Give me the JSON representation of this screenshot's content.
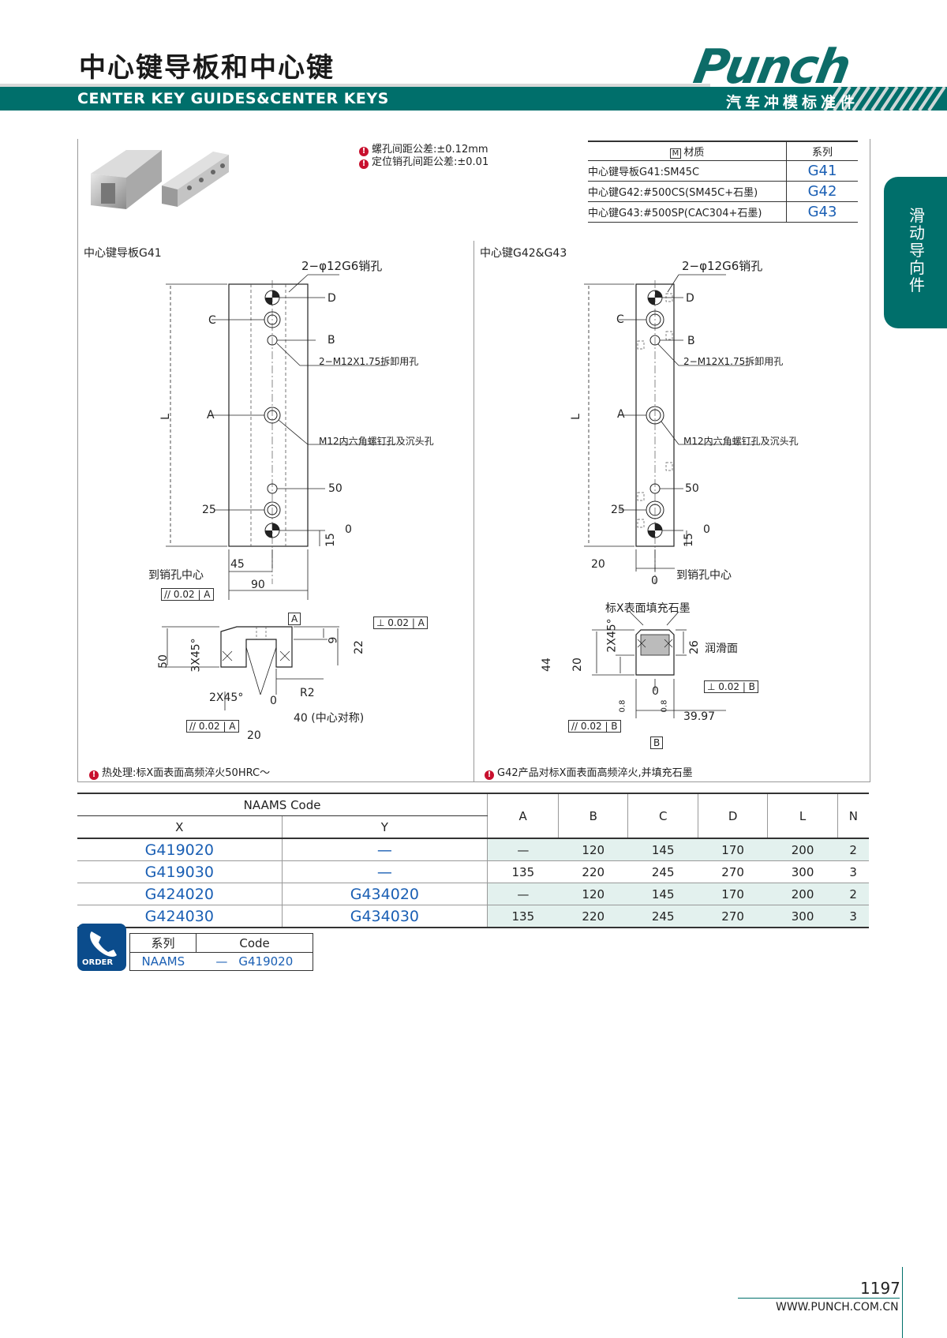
{
  "header": {
    "title_cn": "中心键导板和中心键",
    "title_en": "CENTER KEY GUIDES&CENTER KEYS",
    "logo": "Punch",
    "logo_sub": "汽车冲模标准件"
  },
  "side_tab": "滑动导向件",
  "notes_top": [
    "螺孔间距公差:±0.12mm",
    "定位销孔间距公差:±0.01"
  ],
  "material_table": {
    "header_material": "材质",
    "header_series": "系列",
    "rows": [
      {
        "material": "中心键导板G41:SM45C",
        "series": "G41"
      },
      {
        "material": "中心键G42:#500CS(SM45C+石墨)",
        "series": "G42"
      },
      {
        "material": "中心键G43:#500SP(CAC304+石墨)",
        "series": "G43"
      }
    ]
  },
  "left_drawing": {
    "label": "中心键导板G41",
    "pin_hole": "2−φ12G6销孔",
    "letters": [
      "D",
      "C",
      "B",
      "A",
      "L"
    ],
    "tap_hole": "2−M12X1.75拆卸用孔",
    "bolt_hole": "M12内六角螺钉孔及沉头孔",
    "dims": [
      "50",
      "25",
      "15",
      "0",
      "45",
      "90",
      "40",
      "20",
      "9",
      "22",
      "3X45°",
      "2X45°",
      "R2"
    ],
    "to_pin": "到销孔中心",
    "parallel_tol": "0.02",
    "datum_a": "A",
    "center_sym": "(中心对称)",
    "height_dim": "50",
    "note": "热处理:标X面表面高频淬火50HRC～"
  },
  "right_drawing": {
    "label": "中心键G42&G43",
    "pin_hole": "2−φ12G6销孔",
    "letters": [
      "D",
      "C",
      "B",
      "A",
      "L"
    ],
    "tap_hole": "2−M12X1.75拆卸用孔",
    "bolt_hole": "M12内六角螺钉孔及沉头孔",
    "dims": [
      "50",
      "25",
      "15",
      "0",
      "20",
      "26",
      "2X45°",
      "0.8"
    ],
    "to_pin": "到销孔中心",
    "surface_note": "标X表面填充石墨",
    "lube": "润滑面",
    "height_dim": "44",
    "width_dim": "39.97",
    "datum_b": "B",
    "perp_tol": "0.02",
    "note": "G42产品对标X面表面高频淬火,并填充石墨"
  },
  "code_table": {
    "naams_code": "NAAMS Code",
    "col_x": "X",
    "col_y": "Y",
    "headers": [
      "A",
      "B",
      "C",
      "D",
      "L",
      "N"
    ],
    "rows": [
      {
        "x": "G419020",
        "y": "—",
        "vals": [
          "—",
          "120",
          "145",
          "170",
          "200",
          "2"
        ]
      },
      {
        "x": "G419030",
        "y": "—",
        "vals": [
          "135",
          "220",
          "245",
          "270",
          "300",
          "3"
        ]
      },
      {
        "x": "G424020",
        "y": "G434020",
        "vals": [
          "—",
          "120",
          "145",
          "170",
          "200",
          "2"
        ]
      },
      {
        "x": "G424030",
        "y": "G434030",
        "vals": [
          "135",
          "220",
          "245",
          "270",
          "300",
          "3"
        ]
      }
    ]
  },
  "order": {
    "icon_label": "ORDER",
    "col_series": "系列",
    "col_code": "Code",
    "series": "NAAMS",
    "dash": "—",
    "code": "G419020"
  },
  "footer": {
    "page": "1197",
    "url": "WWW.PUNCH.COM.CN"
  }
}
